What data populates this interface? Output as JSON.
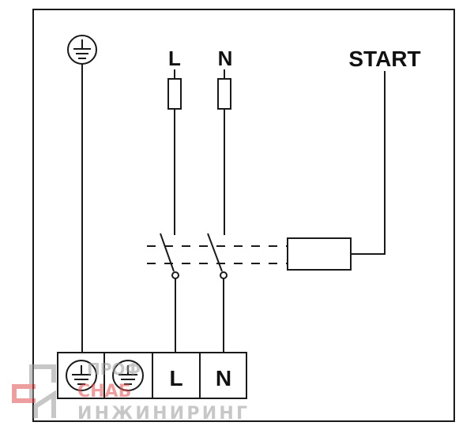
{
  "diagram": {
    "supply_labels": {
      "line": "L",
      "neutral": "N"
    },
    "control_label": "START",
    "terminal_labels": {
      "line": "L",
      "neutral": "N"
    },
    "earth_symbol": "protective-earth-icon",
    "watermark": {
      "line1": "ПРОФ",
      "line2": "СНАБ",
      "line3": "ИНЖИНИРИНГ"
    },
    "colors": {
      "line": "#1a1a1a",
      "watermark_gray": "#9a9a9a",
      "watermark_red": "#e05050"
    }
  }
}
